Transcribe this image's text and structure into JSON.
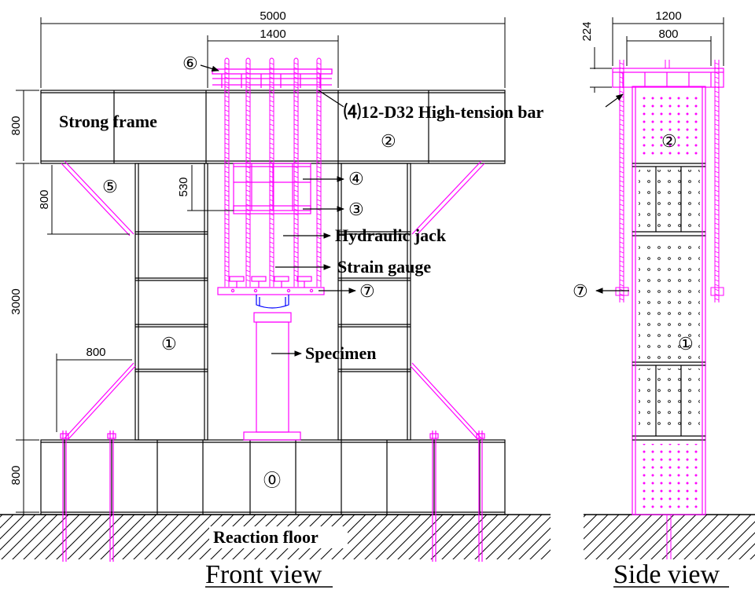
{
  "dimensions": {
    "overall_width": "5000",
    "top_span": "1400",
    "beam_height": "800",
    "jack_height": "530",
    "brace_height": "800",
    "column_height": "3000",
    "lower_brace_width": "800",
    "base_height": "800",
    "side_width": "1200",
    "side_inner_width": "800",
    "side_top_height": "224"
  },
  "labels": {
    "strong_frame": "Strong frame",
    "high_tension_bar": "⑷12-D32 High-tension bar",
    "hydraulic_jack": "Hydraulic jack",
    "strain_gauge": "Strain gauge",
    "specimen": "Specimen",
    "reaction_floor": "Reaction floor",
    "front_view": "Front view",
    "side_view": "Side view"
  },
  "markers": {
    "m0": "⓪",
    "m1": "①",
    "m2": "②",
    "m3": "③",
    "m4": "④",
    "m5": "⑤",
    "m6": "⑥",
    "m7": "⑦"
  },
  "colors": {
    "frame": "#000000",
    "accent": "#ff00ff",
    "specimen_cap": "#0000ff"
  }
}
